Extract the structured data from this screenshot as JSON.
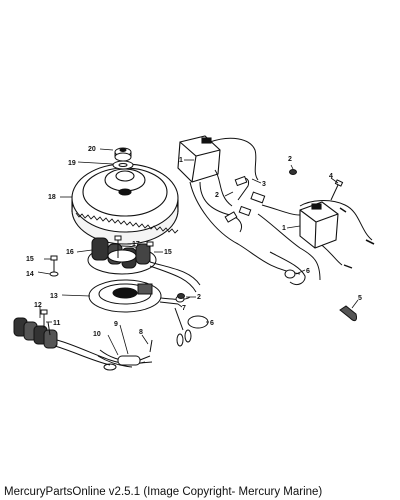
{
  "diagram": {
    "callouts": {
      "c1a": "1",
      "c1b": "1",
      "c2a": "2",
      "c2b": "2",
      "c2c": "2",
      "c3": "3",
      "c4": "4",
      "c5": "5",
      "c6a": "6",
      "c6b": "6",
      "c7": "7",
      "c8": "8",
      "c9": "9",
      "c10": "10",
      "c11": "11",
      "c12": "12",
      "c13": "13",
      "c14": "14",
      "c15a": "15",
      "c15b": "15",
      "c16": "16",
      "c17": "17",
      "c18": "18",
      "c19": "19",
      "c20": "20"
    }
  },
  "footer": {
    "copyright": "MercuryPartsOnline v2.5.1 (Image Copyright- Mercury Marine)"
  }
}
